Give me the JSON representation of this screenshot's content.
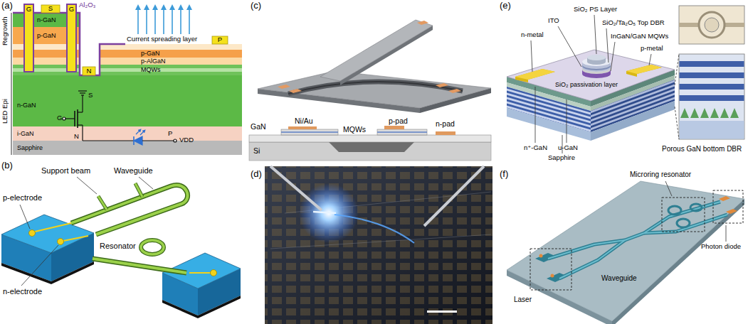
{
  "diagram": {
    "nodes": [
      {
        "text": [
          "G"
        ]
      },
      {
        "text": [
          "S"
        ]
      },
      {
        "text": [
          "G"
        ]
      },
      {
        "text": [
          "n-GaN"
        ]
      },
      {
        "text": [
          "p-GaN"
        ]
      },
      {
        "text": [
          "P"
        ]
      },
      {
        "text": [
          "p-GaN"
        ]
      },
      {
        "text": [
          "p-AlGaN"
        ]
      },
      {
        "text": [
          "MQWs"
        ]
      },
      {
        "text": [
          "N"
        ]
      },
      {
        "text": [
          "n-GaN"
        ]
      },
      {
        "text": [
          "i-GaN"
        ]
      },
      {
        "text": [
          "Sapphire"
        ]
      }
    ],
    "labels": [
      "(a)",
      "Al₂O₃",
      "Regrowth",
      "Current spreading layer",
      "LED Epi",
      "S",
      "G",
      "N",
      "P",
      "VDD",
      "(b)",
      "Support beam",
      "Waveguide",
      "p-electrode",
      "n-electrode",
      "Resonator",
      "(c)",
      "GaN",
      "Ni/Au",
      "MQWs",
      "p-pad",
      "n-pad",
      "Si",
      "(d)",
      "(e)",
      "ITO",
      "SiO₂ PS Layer",
      "SiO₂/Ta₂O₅ Top DBR",
      "n-metal",
      "InGaN/GaN MQWs",
      "p-metal",
      "SiO₂ passivation layer",
      "n⁺-GaN",
      "u-GaN",
      "Sapphire",
      "Porous GaN bottom DBR",
      "(f)",
      "Microring resonator",
      "Waveguide",
      "Laser",
      "Photon diode"
    ]
  }
}
